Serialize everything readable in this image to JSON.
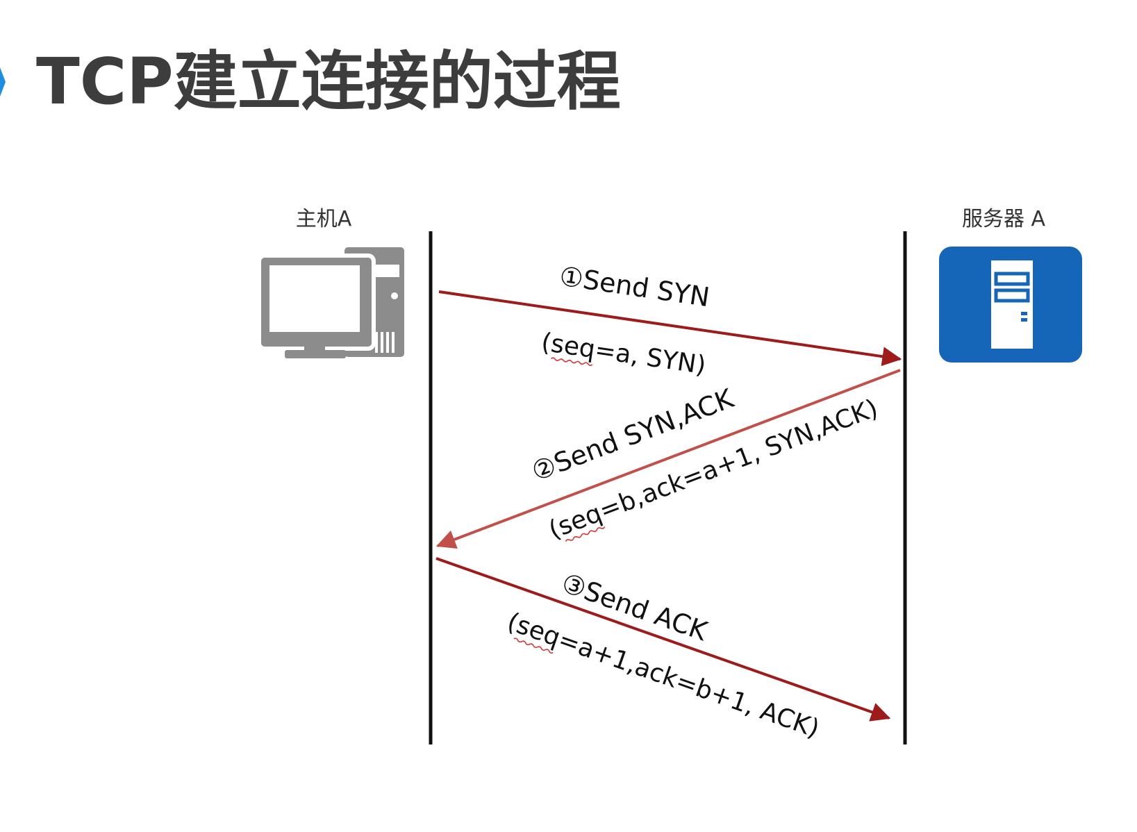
{
  "title": "TCP建立连接的过程",
  "colors": {
    "title_text": "#3d3d3d",
    "title_marker": "#1e8fe0",
    "arrow": "#9e1b1b",
    "arrow_light": "#c2504a",
    "lifeline": "#111111",
    "computer_icon": "#8c8c8c",
    "server_bg": "#1565b8",
    "server_fg": "#ffffff"
  },
  "nodes": {
    "host": {
      "label": "主机A",
      "icon": "desktop-computer-icon"
    },
    "server": {
      "label": "服务器 A",
      "icon": "server-icon"
    }
  },
  "messages": [
    {
      "step": "①Send SYN",
      "detail": "(seq=a, SYN)",
      "direction": "host-to-server"
    },
    {
      "step": "②Send SYN,ACK",
      "detail": "(seq=b,ack=a+1, SYN,ACK)",
      "direction": "server-to-host"
    },
    {
      "step": "③Send ACK",
      "detail": "(seq=a+1,ack=b+1, ACK)",
      "direction": "host-to-server"
    }
  ]
}
